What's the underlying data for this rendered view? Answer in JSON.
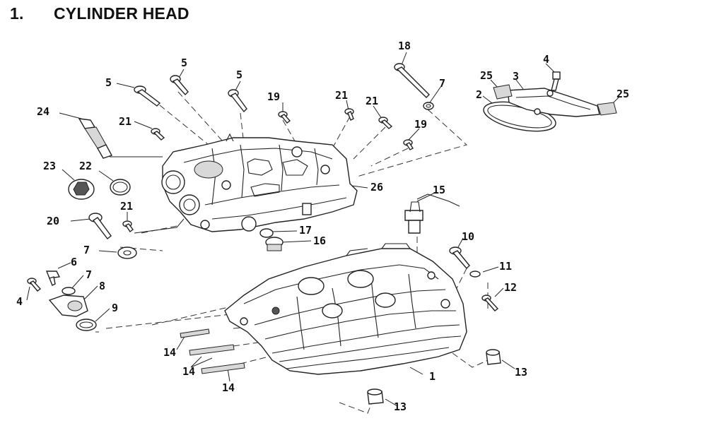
{
  "heading": {
    "number": "1.",
    "title": "CYLINDER HEAD"
  },
  "callouts": {
    "c1": "1",
    "c2": "2",
    "c3": "3",
    "c4a": "4",
    "c4b": "4",
    "c5a": "5",
    "c5b": "5",
    "c5c": "5",
    "c6": "6",
    "c7a": "7",
    "c7b": "7",
    "c7c": "7",
    "c8": "8",
    "c9": "9",
    "c10": "10",
    "c11": "11",
    "c12": "12",
    "c13a": "13",
    "c13b": "13",
    "c14a": "14",
    "c14b": "14",
    "c14c": "14",
    "c15": "15",
    "c16": "16",
    "c17": "17",
    "c18": "18",
    "c19a": "19",
    "c19b": "19",
    "c20": "20",
    "c21a": "21",
    "c21b": "21",
    "c21c": "21",
    "c21d": "21",
    "c22": "22",
    "c23": "23",
    "c24": "24",
    "c25a": "25",
    "c25b": "25",
    "c26": "26"
  }
}
